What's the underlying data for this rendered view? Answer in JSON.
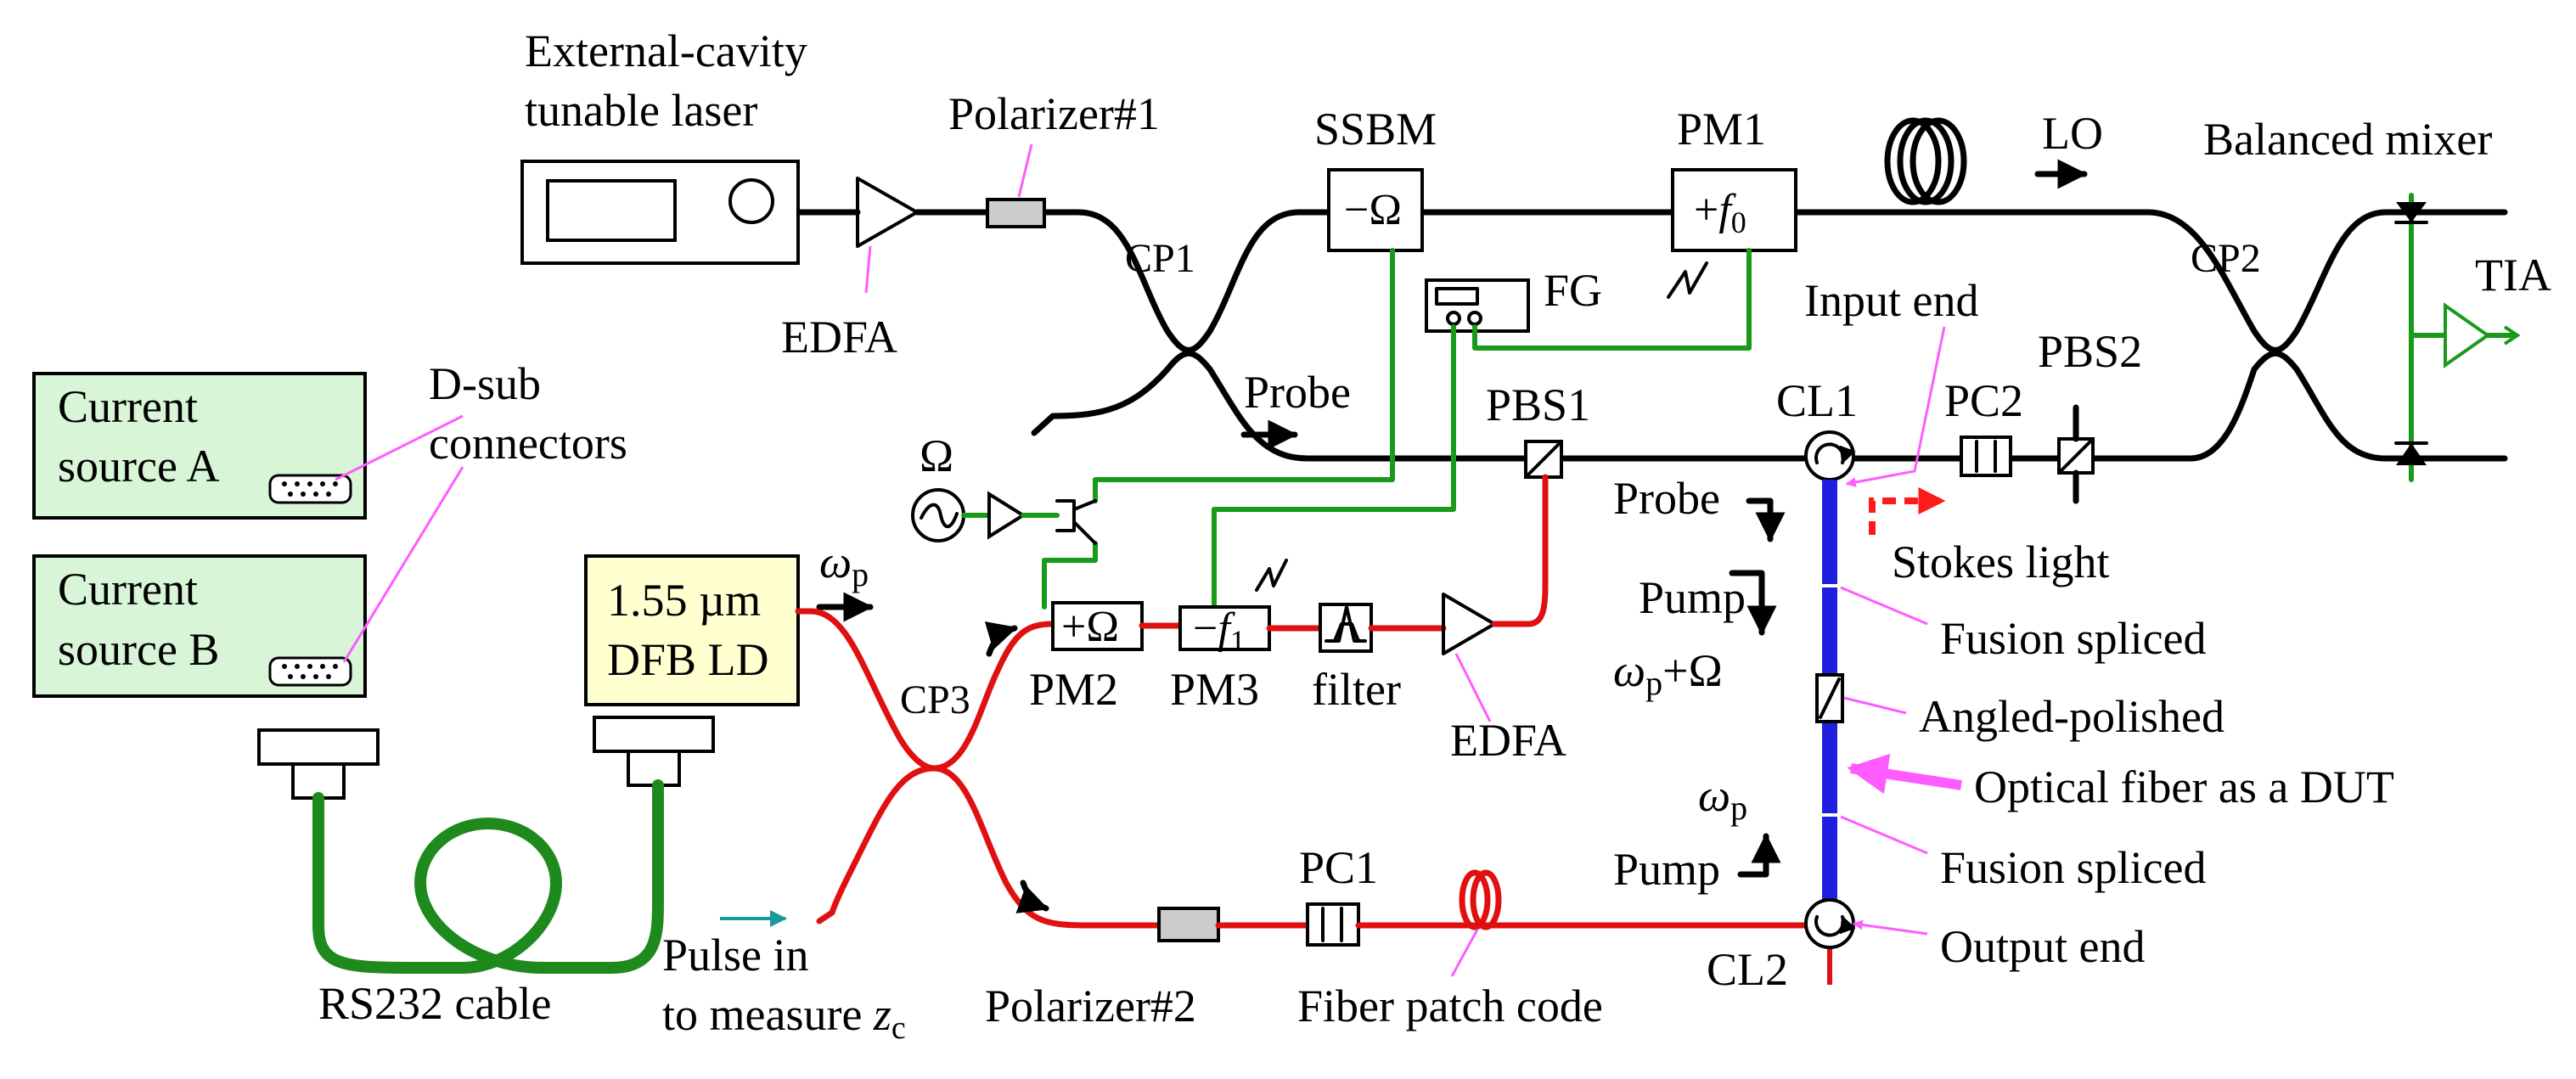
{
  "labels": {
    "laser_line1": "External-cavity",
    "laser_line2": "tunable laser",
    "polarizer1": "Polarizer#1",
    "edfa_top": "EDFA",
    "cp1": "CP1",
    "ssbm": "SSBM",
    "ssbm_box": "−Ω",
    "pm1": "PM1",
    "pm1_box_sign": "+",
    "pm1_box_var": "f",
    "pm1_box_sub": "0",
    "fg": "FG",
    "lo": "LO",
    "balanced_mixer": "Balanced mixer",
    "tia": "TIA",
    "cp2": "CP2",
    "input_end": "Input end",
    "pc2": "PC2",
    "pbs2": "PBS2",
    "cl1": "CL1",
    "pbs1": "PBS1",
    "probe_top": "Probe",
    "current_a_line1": "Current",
    "current_a_line2": "source A",
    "current_b_line1": "Current",
    "current_b_line2": "source B",
    "dsub_line1": "D-sub",
    "dsub_line2": "connectors",
    "omega": "Ω",
    "omega_p": "ω",
    "omega_p_sub": "p",
    "dfb_line1": "1.55 µm",
    "dfb_line2": "DFB LD",
    "cp3": "CP3",
    "pm2_box": "+Ω",
    "pm2": "PM2",
    "pm3_box_sign": "−",
    "pm3_box_var": "f",
    "pm3_box_sub": "1",
    "pm3": "PM3",
    "filter": "filter",
    "edfa_bottom": "EDFA",
    "probe_right": "Probe",
    "pump_top_line1": "Pump",
    "pump_top_omega": "ω",
    "pump_top_sub": "p",
    "pump_top_plus": "+Ω",
    "stokes": "Stokes light",
    "fusion1": "Fusion spliced",
    "angled": "Angled-polished",
    "dut": "Optical fiber as a DUT",
    "omega_p_right": "ω",
    "omega_p_right_sub": "p",
    "pump_bottom": "Pump",
    "fusion2": "Fusion spliced",
    "cl2": "CL2",
    "output_end": "Output end",
    "rs232": "RS232 cable",
    "pulse_line1": "Pulse in",
    "pulse_line2": "to measure ",
    "pulse_var": "z",
    "pulse_sub": "c",
    "polarizer2": "Polarizer#2",
    "pc1": "PC1",
    "patch": "Fiber patch code"
  },
  "colors": {
    "fiber_black": "#000000",
    "fiber_red": "#e01010",
    "rf_green": "#1a9a1a",
    "dut_blue": "#1f1fe0",
    "annotation_pink": "#ff5cff",
    "stokes_red": "#ff1a1a",
    "source_fill": "#d8f5d8",
    "dfb_fill": "#ffffd0",
    "component_gray": "#cccccc",
    "pulse_teal": "#1a9a9a"
  }
}
